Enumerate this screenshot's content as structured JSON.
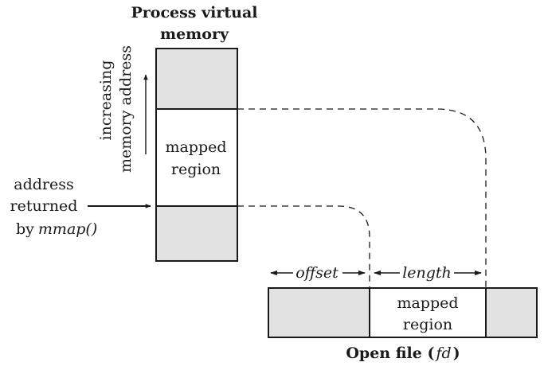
{
  "process_title": [
    "Process virtual",
    "memory"
  ],
  "increasing_label": [
    "increasing",
    "memory address"
  ],
  "mapped_region_label": [
    "mapped",
    "region"
  ],
  "address_label": [
    "address",
    "returned",
    "by"
  ],
  "mmap_label": "mmap()",
  "offset_label": "offset",
  "length_label": "length",
  "file_title_prefix": "Open file (",
  "file_title_fd": "fd",
  "file_title_suffix": ")",
  "colors": {
    "shaded": "#e2e2e2",
    "line": "#1a1a1a"
  }
}
